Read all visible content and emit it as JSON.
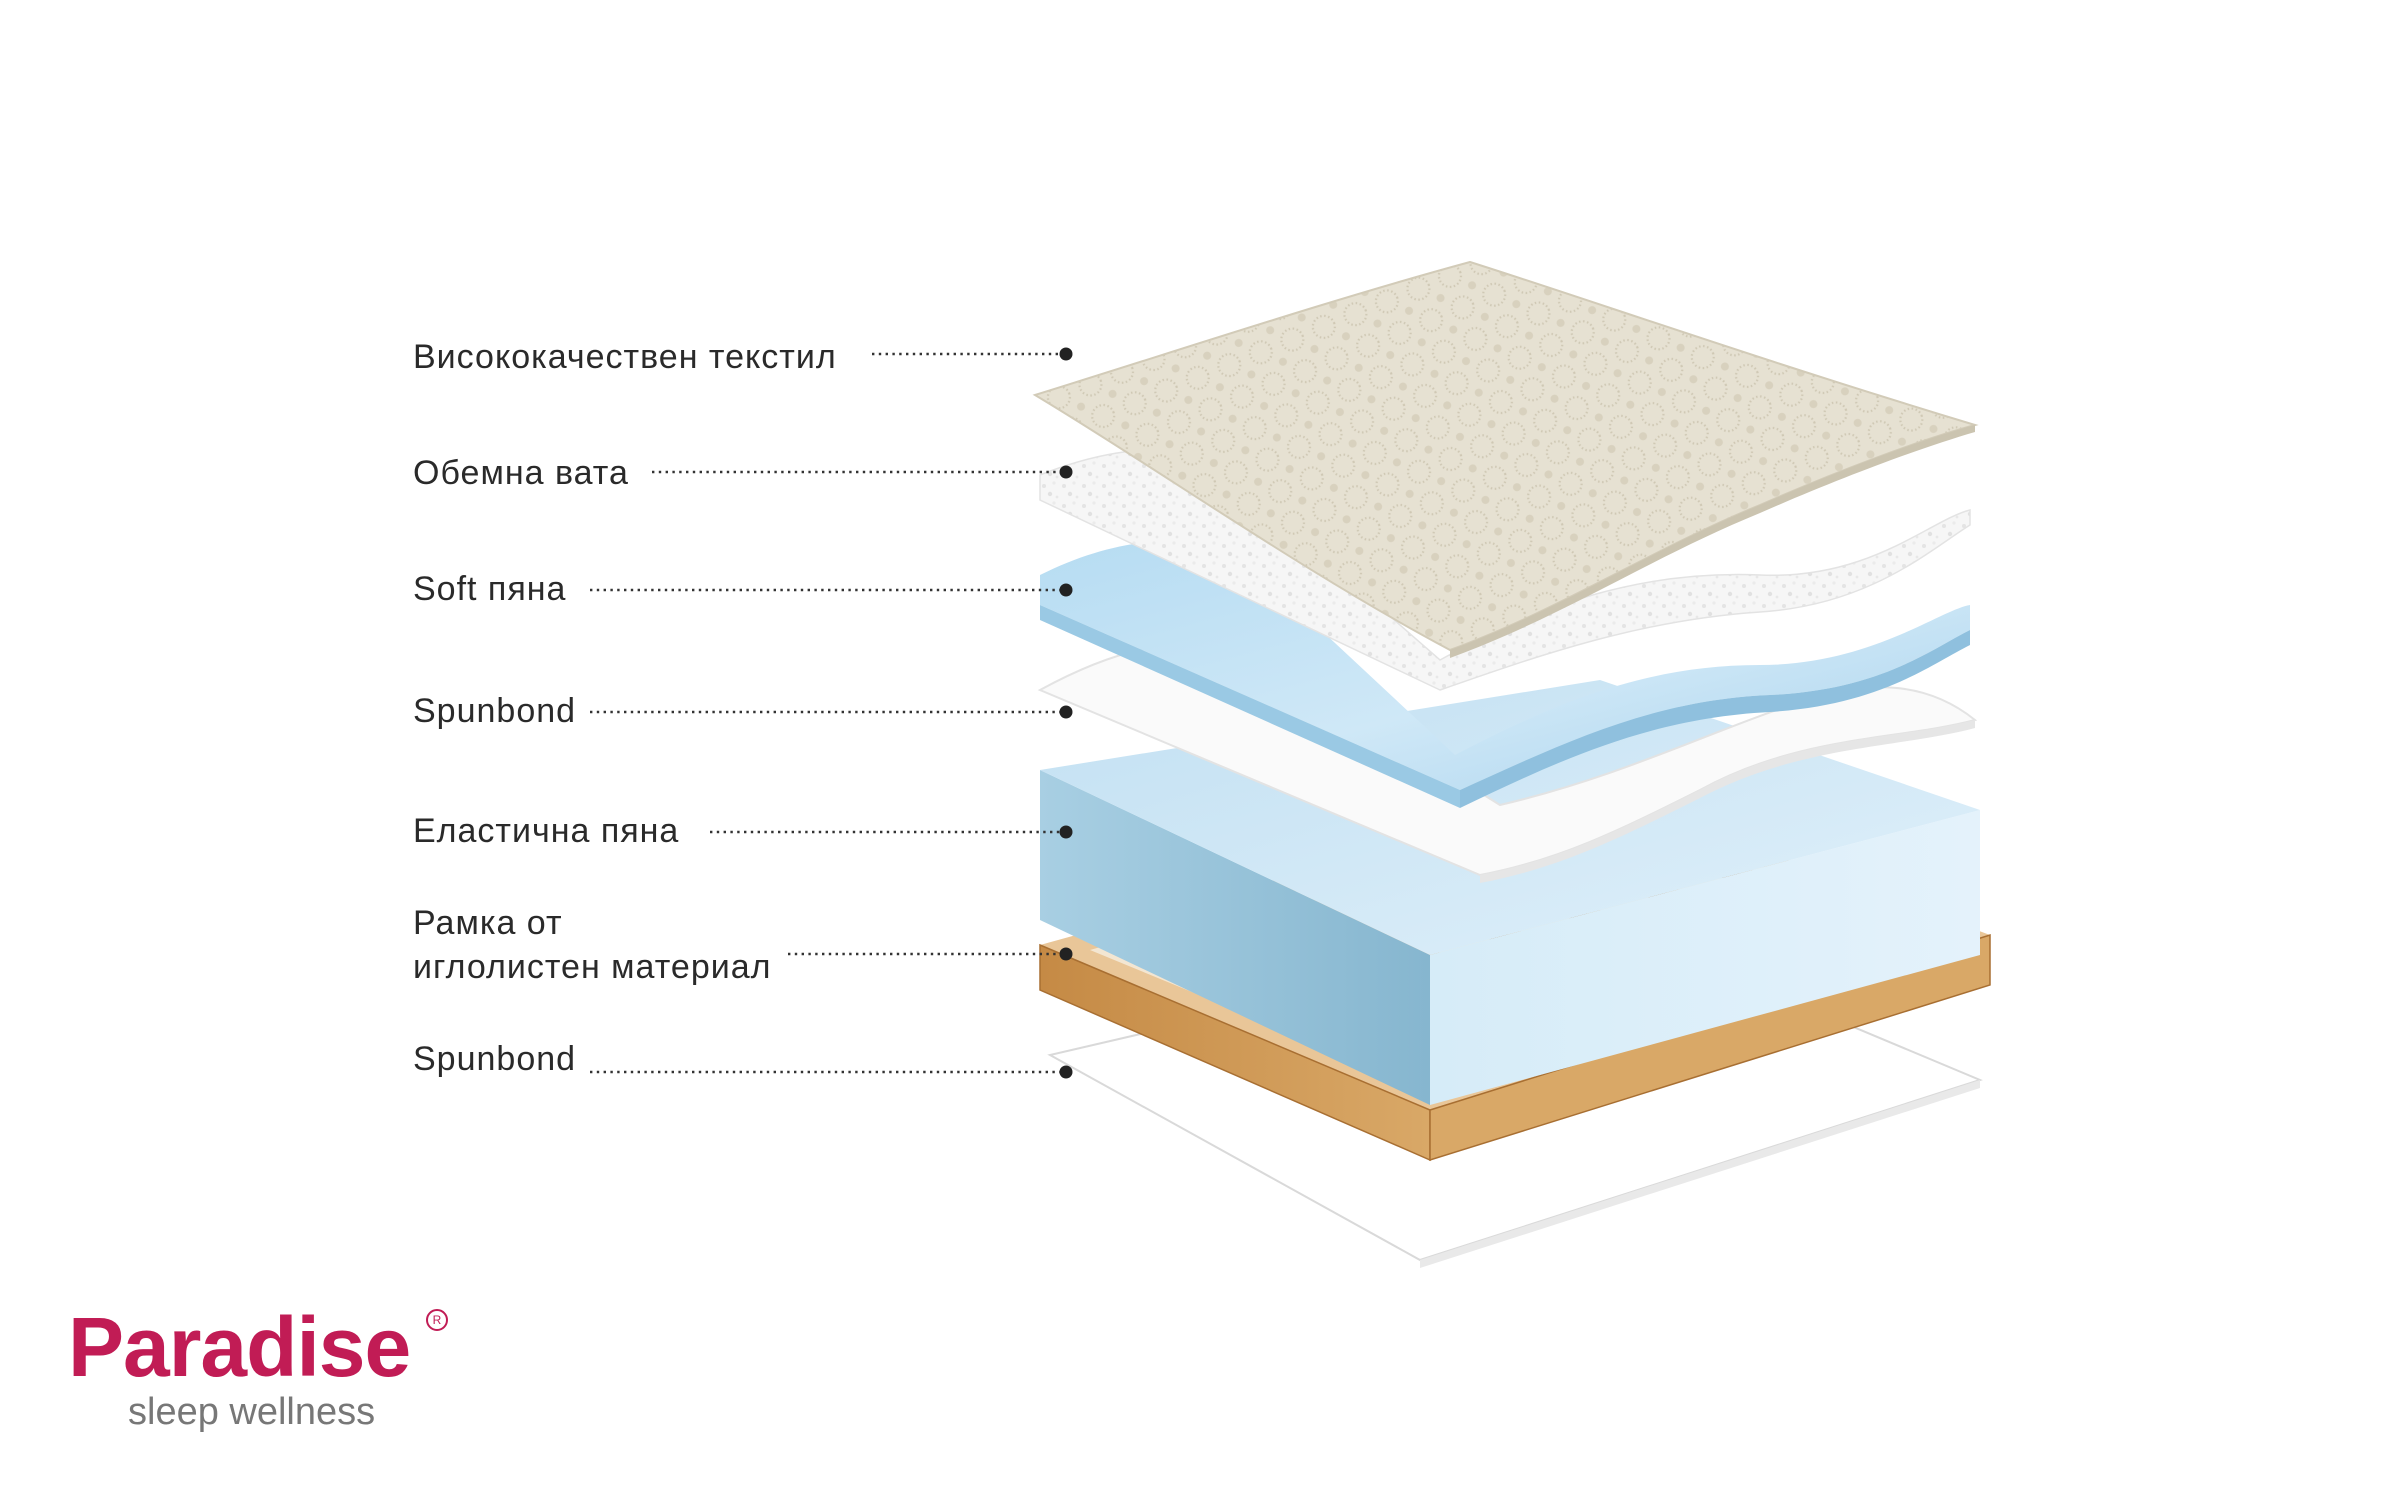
{
  "layers": [
    {
      "id": "textile",
      "label_lines": [
        "Висококачествен текстил"
      ]
    },
    {
      "id": "wadding",
      "label_lines": [
        "Обемна вата"
      ]
    },
    {
      "id": "soft-foam",
      "label_lines": [
        "Soft пяна"
      ]
    },
    {
      "id": "spunbond-top",
      "label_lines": [
        "Spunbond"
      ]
    },
    {
      "id": "elastic-foam",
      "label_lines": [
        "Еластична пяна"
      ]
    },
    {
      "id": "pine-frame",
      "label_lines": [
        "Рамка от",
        "иглолистен материал"
      ]
    },
    {
      "id": "spunbond-bottom",
      "label_lines": [
        "Spunbond"
      ]
    }
  ],
  "brand": {
    "name": "Paradise",
    "registered": "R",
    "tagline": "sleep wellness"
  },
  "colors": {
    "brand": "#c11c55",
    "tagline": "#777777",
    "label_text": "#2a2a2a",
    "foam_blue": "#a9d2ea",
    "wood": "#c9934f",
    "textile": "#e7e2d3"
  }
}
